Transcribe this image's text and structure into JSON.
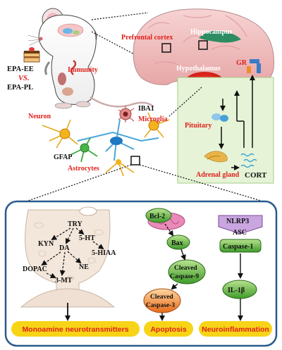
{
  "diet": {
    "group1": "EPA-EE",
    "vs": "VS.",
    "group2": "EPA-PL"
  },
  "mouse": {
    "immunity": "Immunity"
  },
  "brain": {
    "prefrontal": "Prefrontal cortex",
    "hippocampus": "Hippocampus",
    "hypothalamus": "Hypothalamus",
    "gr": "GR"
  },
  "hpa": {
    "pituitary": "Pituitary",
    "adrenal": "Adrenal gland",
    "cort": "CORT"
  },
  "cells": {
    "neuron": "Neuron",
    "iba1": "IBA1",
    "microglia": "Microglia",
    "gfap": "GFAP",
    "astrocytes": "Astrocytes"
  },
  "monoamine": {
    "try": "TRY",
    "kyn": "KYN",
    "ht5": "5-HT",
    "da": "DA",
    "hiaa": "5-HIAA",
    "dopac": "DOPAC",
    "ne": "NE",
    "mt3": "3-MT"
  },
  "apoptosis": {
    "bcl2": "Bcl-2",
    "bax": "Bax",
    "casp9a": "Cleaved",
    "casp9b": "Caspase-9",
    "casp3a": "Cleaved",
    "casp3b": "Caspase-3"
  },
  "inflam": {
    "nlrp3": "NLRP3",
    "asc": "ASC",
    "casp1": "Caspase-1",
    "il1b": "IL-1β"
  },
  "banners": {
    "monoamine": "Monoamine neurotransmitters",
    "apoptosis": "Apoptosis",
    "inflammation": "Neuroinflammation"
  },
  "colors": {
    "red": "#e0201b",
    "green_panel": "#e6f3d6",
    "blue_border": "#2a5a8c",
    "yellow": "#f7d417"
  }
}
